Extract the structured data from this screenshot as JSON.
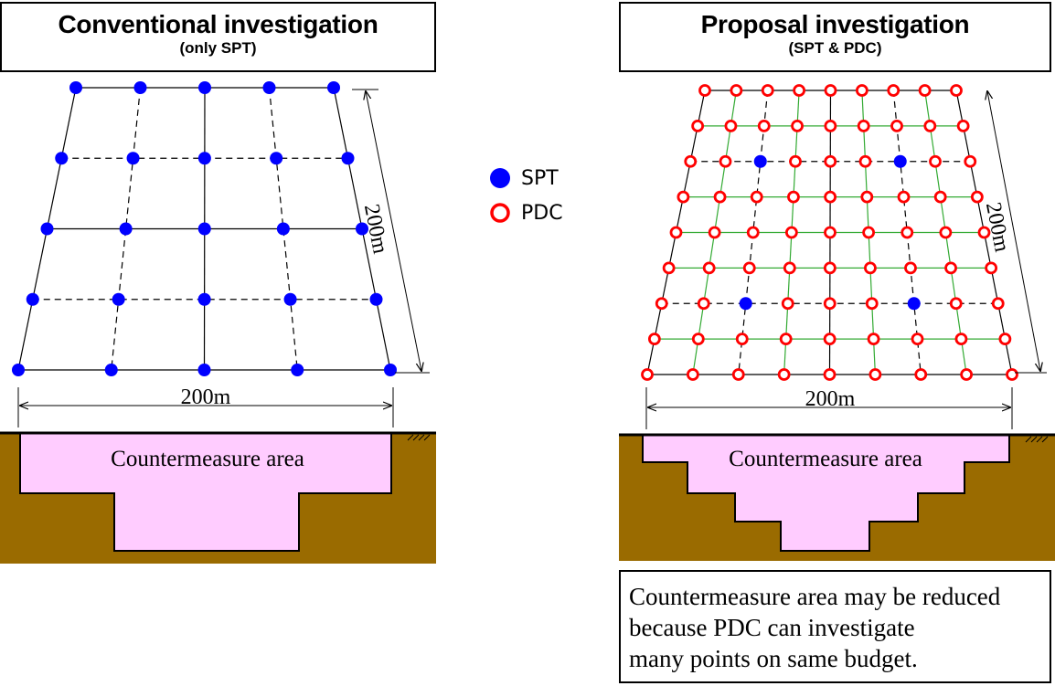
{
  "left_panel": {
    "title": "Conventional investigation",
    "subtitle": "(only SPT)",
    "width_label": "200m",
    "depth_label": "200m",
    "area_label": "Countermeasure area"
  },
  "right_panel": {
    "title": "Proposal investigation",
    "subtitle": "(SPT & PDC)",
    "width_label": "200m",
    "depth_label": "200m",
    "area_label": "Countermeasure area"
  },
  "legend": {
    "spt_label": "SPT",
    "pdc_label": "PDC"
  },
  "note": {
    "lines": [
      "Countermeasure area may be reduced",
      "because PDC can investigate",
      "many points on same budget."
    ]
  },
  "colors": {
    "spt": "#0000ff",
    "pdc": "#ff0000",
    "soil": "#9a6b00",
    "area": "#ffccff",
    "grid_green": "#33aa33"
  }
}
